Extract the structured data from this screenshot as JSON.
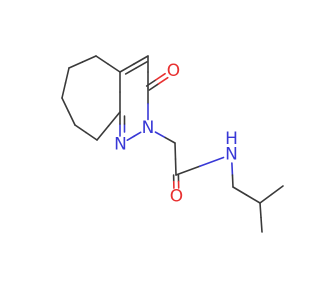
{
  "molecule": {
    "colors": {
      "bond": "#3a3a3a",
      "nitrogen": "#3838d6",
      "oxygen": "#e83030",
      "background": "#ffffff"
    },
    "atoms": [
      {
        "id": "c1",
        "element": "C"
      },
      {
        "id": "c2",
        "element": "C"
      },
      {
        "id": "o1",
        "element": "O",
        "label": "O"
      },
      {
        "id": "n1",
        "element": "N",
        "label": "N"
      },
      {
        "id": "n2",
        "element": "N",
        "label": "N"
      },
      {
        "id": "c3",
        "element": "C"
      },
      {
        "id": "c4",
        "element": "C"
      },
      {
        "id": "c5",
        "element": "C"
      },
      {
        "id": "c6",
        "element": "C"
      },
      {
        "id": "c7",
        "element": "C"
      },
      {
        "id": "c8",
        "element": "C"
      },
      {
        "id": "c9",
        "element": "C"
      },
      {
        "id": "c10",
        "element": "C"
      },
      {
        "id": "c11",
        "element": "C"
      },
      {
        "id": "o2",
        "element": "O",
        "label": "O"
      },
      {
        "id": "n3",
        "element": "N",
        "label": "N"
      },
      {
        "id": "h1",
        "element": "H",
        "label": "H"
      },
      {
        "id": "c12",
        "element": "C"
      },
      {
        "id": "c13",
        "element": "C"
      },
      {
        "id": "c14",
        "element": "C"
      },
      {
        "id": "c15",
        "element": "C"
      }
    ],
    "bonds": [
      {
        "from": "c1",
        "to": "c2",
        "order": 2
      },
      {
        "from": "c2",
        "to": "c3",
        "order": 1
      },
      {
        "from": "c3",
        "to": "o1",
        "order": 2
      },
      {
        "from": "c3",
        "to": "n1",
        "order": 1
      },
      {
        "from": "n1",
        "to": "n2",
        "order": 1
      },
      {
        "from": "n2",
        "to": "c4",
        "order": 2
      },
      {
        "from": "c4",
        "to": "c1",
        "order": 1
      },
      {
        "from": "c1",
        "to": "c5",
        "order": 1
      },
      {
        "from": "c5",
        "to": "c6",
        "order": 1
      },
      {
        "from": "c6",
        "to": "c7",
        "order": 1
      },
      {
        "from": "c7",
        "to": "c8",
        "order": 1
      },
      {
        "from": "c8",
        "to": "c9",
        "order": 1
      },
      {
        "from": "c9",
        "to": "c4",
        "order": 1
      },
      {
        "from": "n1",
        "to": "c10",
        "order": 1
      },
      {
        "from": "c10",
        "to": "c11",
        "order": 1
      },
      {
        "from": "c11",
        "to": "o2",
        "order": 2
      },
      {
        "from": "c11",
        "to": "n3",
        "order": 1
      },
      {
        "from": "n3",
        "to": "c12",
        "order": 1
      },
      {
        "from": "c12",
        "to": "c13",
        "order": 1
      },
      {
        "from": "c13",
        "to": "c14",
        "order": 1
      },
      {
        "from": "c13",
        "to": "c15",
        "order": 1
      }
    ]
  }
}
